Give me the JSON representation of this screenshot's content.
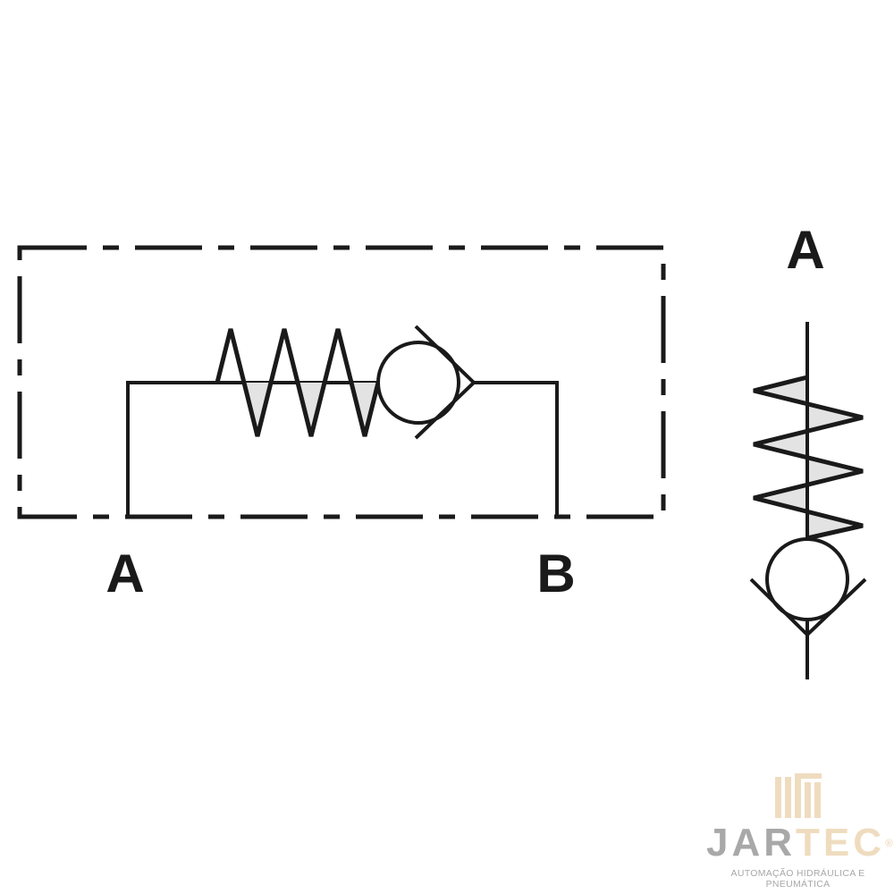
{
  "labels": {
    "left_port": "A",
    "right_port": "B",
    "vertical_port": "A"
  },
  "logo": {
    "name_part1": "JAR",
    "name_part2": "TEC",
    "registered": "®",
    "tagline": "AUTOMAÇÃO HIDRÁULICA E PNEUMÁTICA"
  },
  "colors": {
    "line": "#1a1a1a",
    "fill": "#e3e3e3",
    "logo_gray": "#a8a8a8",
    "logo_tan": "#efdcbf"
  }
}
